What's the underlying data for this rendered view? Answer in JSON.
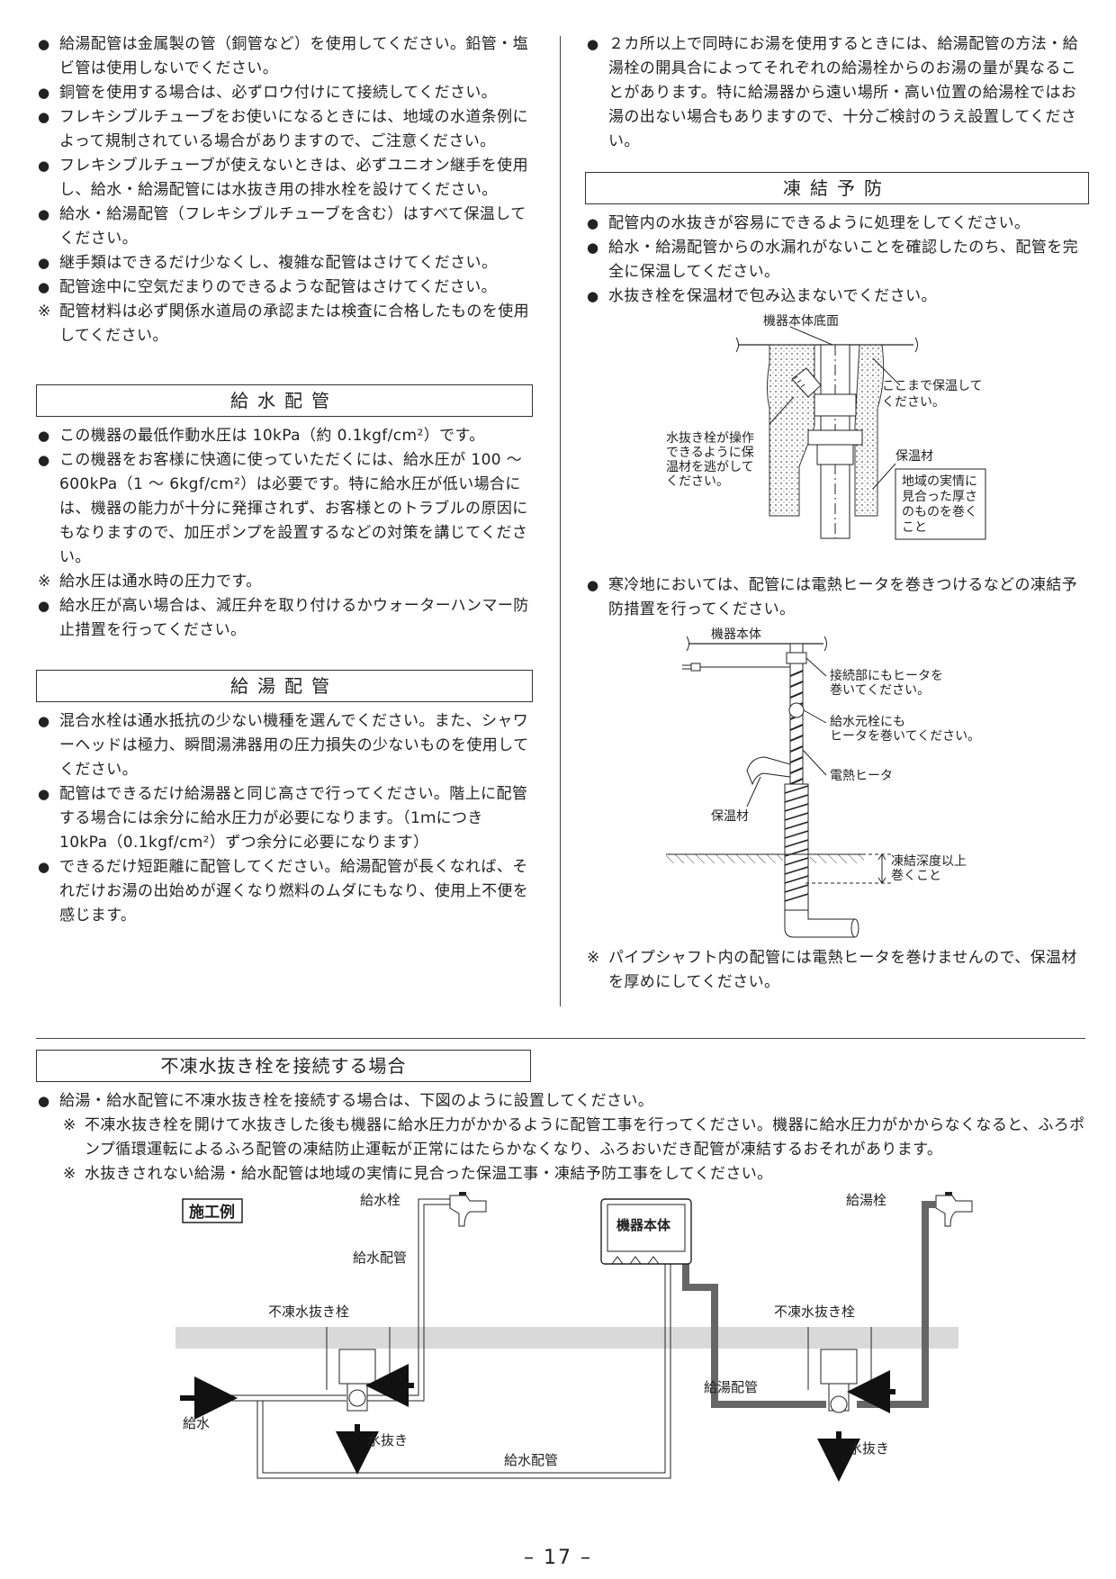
{
  "left": {
    "intro_items": [
      {
        "type": "dot",
        "text": "給湯配管は金属製の管（銅管など）を使用してください。鉛管・塩ビ管は使用しないでください。"
      },
      {
        "type": "dot",
        "text": "銅管を使用する場合は、必ずロウ付けにて接続してください。"
      },
      {
        "type": "dot",
        "text": "フレキシブルチューブをお使いになるときには、地域の水道条例によって規制されている場合がありますので、ご注意ください。"
      },
      {
        "type": "dot",
        "text": "フレキシブルチューブが使えないときは、必ずユニオン継手を使用し、給水・給湯配管には水抜き用の排水栓を設けてください。"
      },
      {
        "type": "dot",
        "text": "給水・給湯配管（フレキシブルチューブを含む）はすべて保温してください。"
      },
      {
        "type": "dot",
        "text": "継手類はできるだけ少なくし、複雑な配管はさけてください。"
      },
      {
        "type": "dot",
        "text": "配管途中に空気だまりのできるような配管はさけてください。"
      },
      {
        "type": "note",
        "text": "配管材料は必ず関係水道局の承認または検査に合格したものを使用してください。"
      }
    ],
    "supply_heading": "給水配管",
    "supply_items": [
      {
        "type": "dot",
        "text": "この機器の最低作動水圧は 10kPa（約 0.1kgf/cm²）です。"
      },
      {
        "type": "dot",
        "text": "この機器をお客様に快適に使っていただくには、給水圧が 100 ～ 600kPa（1 ～ 6kgf/cm²）は必要です。特に給水圧が低い場合には、機器の能力が十分に発揮されず、お客様とのトラブルの原因にもなりますので、加圧ポンプを設置するなどの対策を講じてください。"
      },
      {
        "type": "note",
        "text": "給水圧は通水時の圧力です。"
      },
      {
        "type": "dot",
        "text": "給水圧が高い場合は、減圧弁を取り付けるかウォーターハンマー防止措置を行ってください。"
      }
    ],
    "hot_heading": "給湯配管",
    "hot_items": [
      {
        "type": "dot",
        "text": "混合水栓は通水抵抗の少ない機種を選んでください。また、シャワーヘッドは極力、瞬間湯沸器用の圧力損失の少ないものを使用してください。"
      },
      {
        "type": "dot",
        "text": "配管はできるだけ給湯器と同じ高さで行ってください。階上に配管する場合には余分に給水圧力が必要になります。（1ｍにつき 10kPa（0.1kgf/cm²）ずつ余分に必要になります）"
      },
      {
        "type": "dot",
        "text": "できるだけ短距離に配管してください。給湯配管が長くなれば、それだけお湯の出始めが遅くなり燃料のムダにもなり、使用上不便を感じます。"
      }
    ]
  },
  "right": {
    "intro_items": [
      {
        "type": "dot",
        "text": "２カ所以上で同時にお湯を使用するときには、給湯配管の方法・給湯栓の開具合によってそれぞれの給湯栓からのお湯の量が異なることがあります。特に給湯器から遠い場所・高い位置の給湯栓ではお湯の出ない場合もありますので、十分ご検討のうえ設置してください。"
      }
    ],
    "freeze_heading": "凍結予防",
    "freeze_items": [
      {
        "type": "dot",
        "text": "配管内の水抜きが容易にできるように処理をしてください。"
      },
      {
        "type": "dot",
        "text": "給水・給湯配管からの水漏れがないことを確認したのち、配管を完全に保温してください。"
      },
      {
        "type": "dot",
        "text": "水抜き栓を保温材で包み込まないでください。"
      }
    ],
    "fig1": {
      "label_bottom": "機器本体底面",
      "label_insulate_1": "ここまで保温して",
      "label_insulate_2": "ください。",
      "label_drain_1": "水抜き栓が操作",
      "label_drain_2": "できるように保",
      "label_drain_3": "温材を逃がして",
      "label_drain_4": "ください。",
      "label_material": "保温材",
      "label_box_1": "地域の実情に",
      "label_box_2": "見合った厚さ",
      "label_box_3": "のものを巻く",
      "label_box_4": "こと"
    },
    "cold_items": [
      {
        "type": "dot",
        "text": "寒冷地においては、配管には電熱ヒータを巻きつけるなどの凍結予防措置を行ってください。"
      }
    ],
    "fig2": {
      "label_unit": "機器本体",
      "label_joint_1": "接続部にもヒータを",
      "label_joint_2": "巻いてください。",
      "label_valve_1": "給水元栓にも",
      "label_valve_2": "ヒータを巻いてください。",
      "label_heater": "電熱ヒータ",
      "label_material": "保温材",
      "label_depth_1": "凍結深度以上",
      "label_depth_2": "巻くこと"
    },
    "final_note": {
      "type": "note",
      "text": "パイプシャフト内の配管には電熱ヒータを巻けませんので、保温材を厚めにしてください。"
    }
  },
  "bottom": {
    "heading": "不凍水抜き栓を接続する場合",
    "items": [
      {
        "type": "dot",
        "text": "給湯・給水配管に不凍水抜き栓を接続する場合は、下図のように設置してください。"
      },
      {
        "type": "note",
        "text": "不凍水抜き栓を開けて水抜きした後も機器に給水圧力がかかるように配管工事を行ってください。機器に給水圧力がかからなくなると、ふろポンプ循環運転によるふろ配管の凍結防止運転が正常にはたらかなくなり、ふろおいだき配管が凍結するおそれがあります。"
      },
      {
        "type": "note",
        "text": "水抜きされない給湯・給水配管は地域の実情に見合った保温工事・凍結予防工事をしてください。"
      }
    ],
    "diagram": {
      "example_label": "施工例",
      "water_tap": "給水栓",
      "water_pipe_upper": "給水配管",
      "frost_valve_left": "不凍水抜き栓",
      "supply_in": "給水",
      "drain_left": "水抜き",
      "water_pipe_lower": "給水配管",
      "unit": "機器本体",
      "hot_tap": "給湯栓",
      "frost_valve_right": "不凍水抜き栓",
      "hot_pipe": "給湯配管",
      "drain_right": "水抜き"
    }
  },
  "page_number": "– 17 –"
}
